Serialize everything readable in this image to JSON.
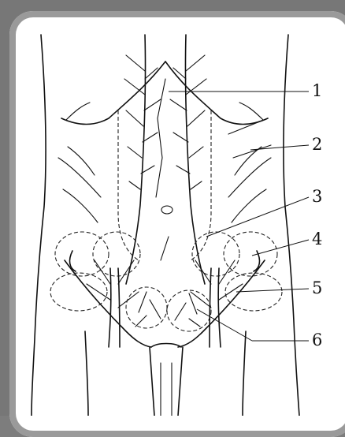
{
  "labels": [
    "1",
    "2",
    "3",
    "4",
    "5",
    "6"
  ],
  "colors": {
    "frame": "#7d7d7d",
    "panel": "#ffffff",
    "ink": "#111111"
  }
}
